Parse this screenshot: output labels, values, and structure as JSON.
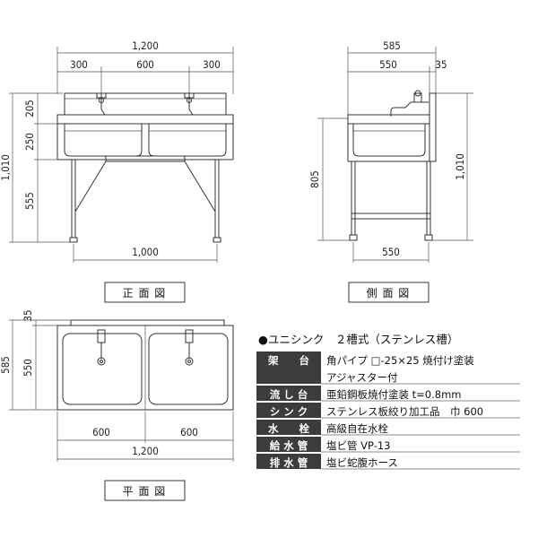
{
  "views": {
    "front": {
      "label": "正 面 図",
      "dims": {
        "total_width": "1,200",
        "left_seg": "300",
        "mid_seg": "600",
        "right_seg": "300",
        "bottom_width": "1,000",
        "v205": "205",
        "v250": "250",
        "v555": "555",
        "v1010": "1,010"
      }
    },
    "side": {
      "label": "側 面 図",
      "dims": {
        "total_depth": "585",
        "depth_550_top": "550",
        "back_35": "35",
        "h805": "805",
        "h1010": "1,010",
        "depth_550_bottom": "550"
      }
    },
    "plan": {
      "label": "平 面 図",
      "dims": {
        "top_35": "35",
        "v585": "585",
        "v550": "550",
        "left_600": "600",
        "right_600": "600",
        "total_1200": "1,200"
      }
    }
  },
  "spec": {
    "title": "●ユニシンク　２槽式（ステンレス槽）",
    "rows": [
      {
        "key": "架　　台",
        "values": [
          "角パイプ □-25×25 焼付け塗装",
          "アジャスター付"
        ]
      },
      {
        "key": "流 し 台",
        "values": [
          "亜鉛鋼板焼付塗装 t=0.8mm"
        ]
      },
      {
        "key": "シ ン ク",
        "values": [
          "ステンレス板絞り加工品　巾 600"
        ]
      },
      {
        "key": "水　　栓",
        "values": [
          "高級自在水栓"
        ]
      },
      {
        "key": "給 水 管",
        "values": [
          "塩ビ管 VP-13"
        ]
      },
      {
        "key": "排 水 管",
        "values": [
          "塩ビ蛇腹ホース"
        ]
      }
    ]
  }
}
